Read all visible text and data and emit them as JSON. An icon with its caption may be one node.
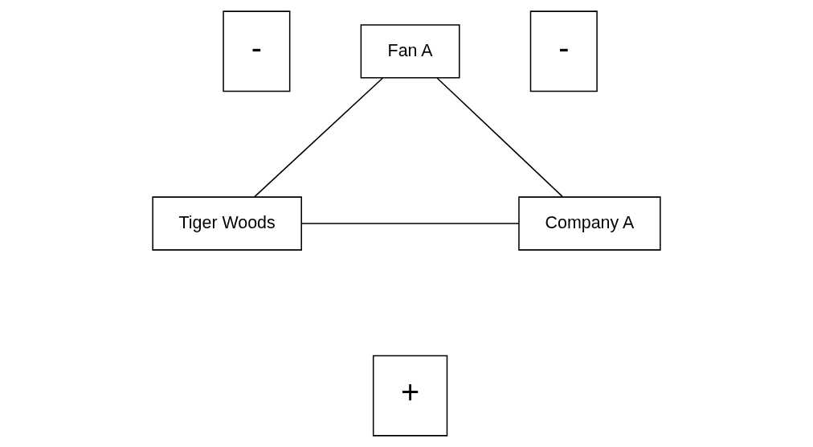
{
  "diagram": {
    "nodes": [
      {
        "text": [
          "Fan A"
        ]
      },
      {
        "text": [
          "-"
        ]
      },
      {
        "text": [
          "-"
        ]
      },
      {
        "text": [
          "Tiger Woods"
        ]
      },
      {
        "text": [
          "+"
        ]
      },
      {
        "text": [
          "Company A"
        ]
      }
    ],
    "edges": [
      {
        "from": 0,
        "to": 3,
        "arrow": "none"
      },
      {
        "from": 0,
        "to": 5,
        "arrow": "none"
      },
      {
        "from": 3,
        "to": 5,
        "arrow": "none"
      }
    ]
  }
}
